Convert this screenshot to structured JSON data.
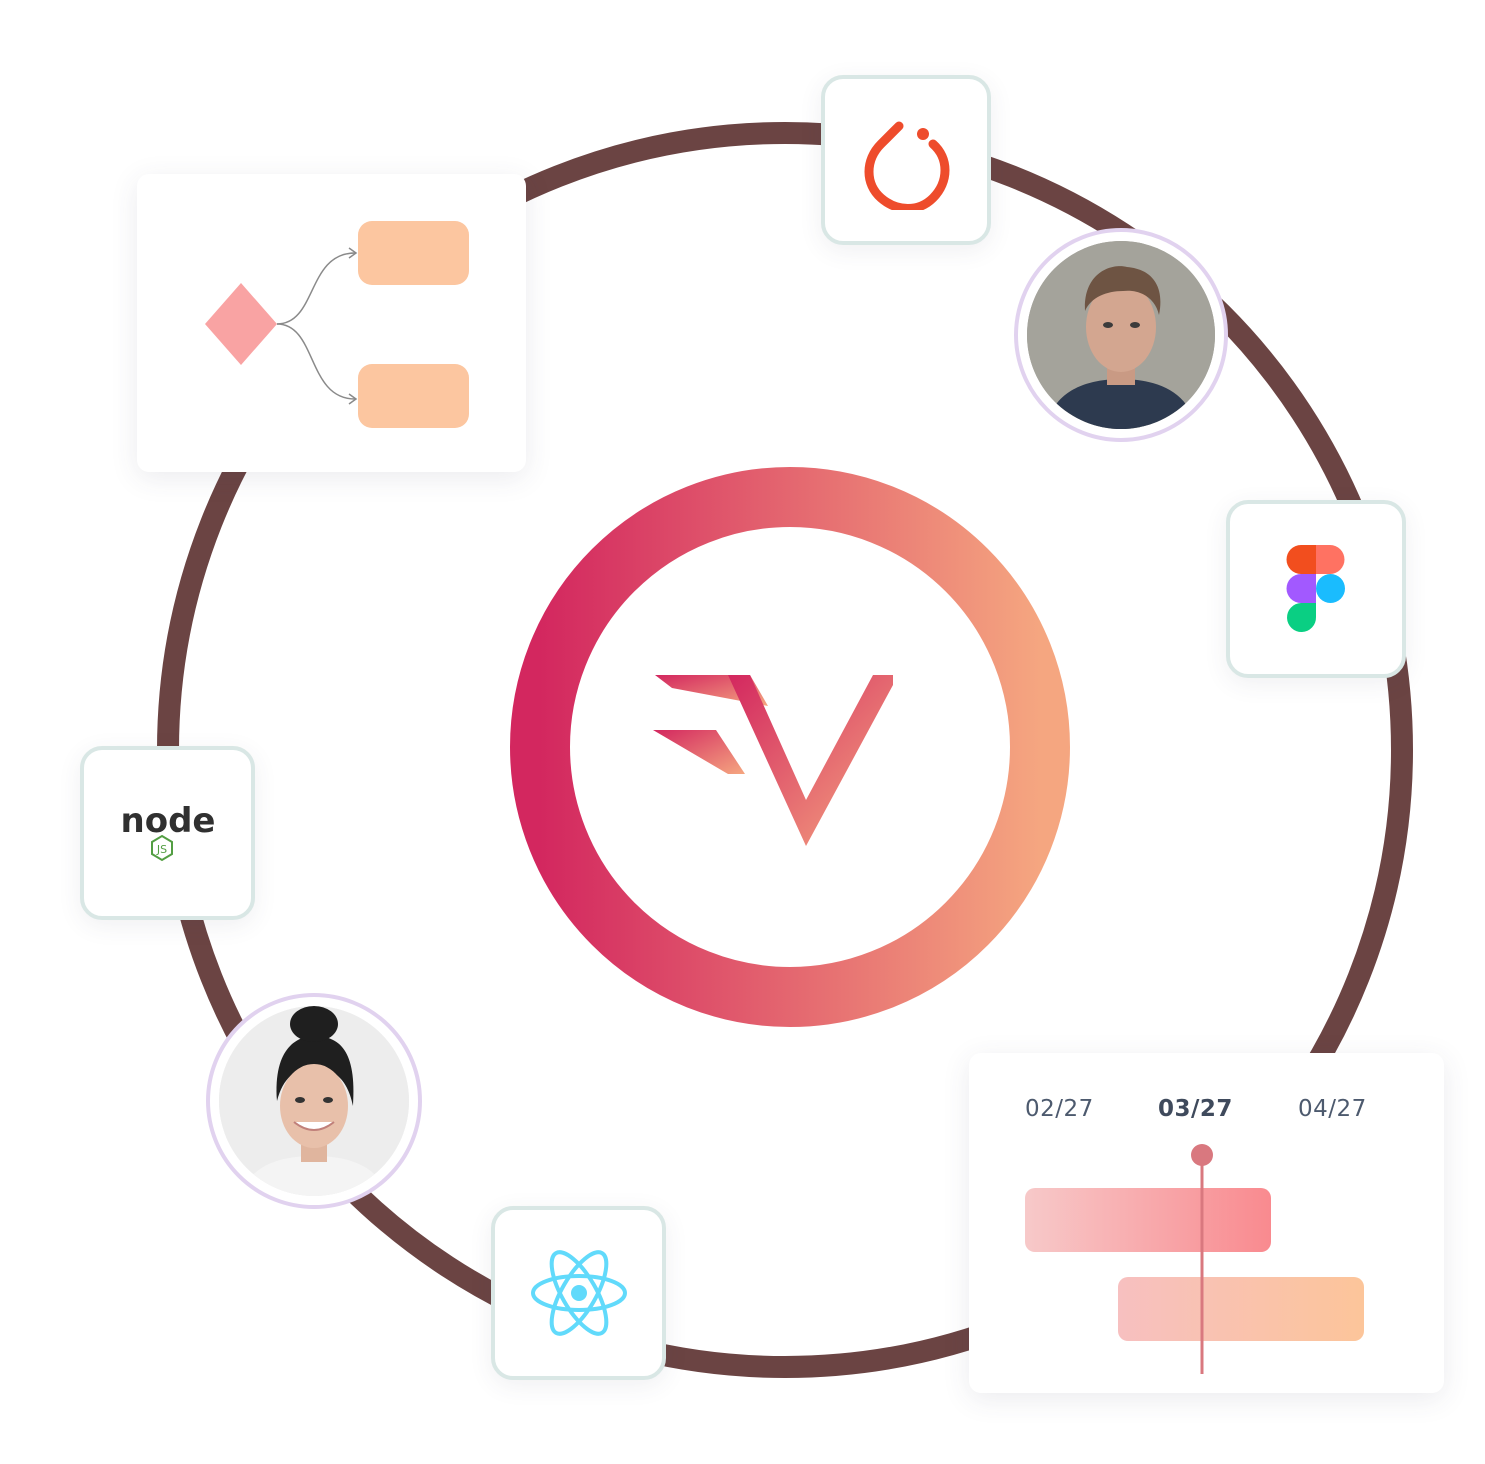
{
  "colors": {
    "orbit": "#6b4443",
    "ring_start": "#d3275f",
    "ring_end": "#f5a680",
    "flow_diamond": "#f9a3a3",
    "flow_box": "#fcc6a0",
    "tile_border": "#d9e7e5",
    "avatar_ring": "#e1d2ef",
    "timeline_marker": "#d9787f"
  },
  "icons": {
    "center": "brand-v-logo",
    "pytorch": "pytorch-icon",
    "figma": "figma-icon",
    "node": "nodejs-icon",
    "react": "react-icon"
  },
  "node_logo": {
    "word": "node",
    "badge": "JS"
  },
  "timeline": {
    "dates": [
      "02/27",
      "03/27",
      "04/27"
    ],
    "current": "03/27"
  }
}
